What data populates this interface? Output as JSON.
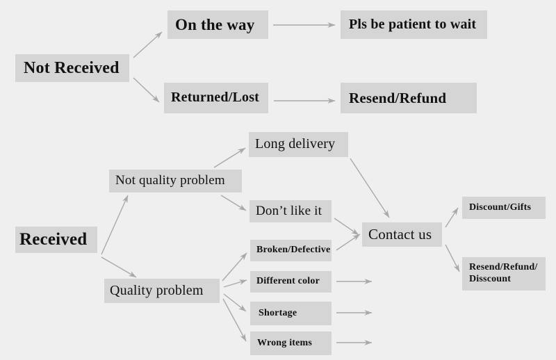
{
  "diagram": {
    "title": "Order issue resolution flowchart",
    "background_color": "#efefef",
    "node_color": "#d5d5d5",
    "arrow_color": "#a9a9a9",
    "text_color": "#111111"
  },
  "nodes": {
    "not_received": "Not Received",
    "on_the_way": "On the way",
    "pls_be_patient": "Pls be patient to wait",
    "returned_lost": "Returned/Lost",
    "resend_refund": "Resend/Refund",
    "received": "Received",
    "not_quality_problem": "Not quality problem",
    "quality_problem": "Quality problem",
    "long_delivery": "Long delivery",
    "dont_like_it": "Don’t like it",
    "broken_defective": "Broken/Defective",
    "different_color": "Different color",
    "shortage": "Shortage",
    "wrong_items": "Wrong items",
    "contact_us": "Contact us",
    "discount_gifts": "Discount/Gifts",
    "resend_refund_discount": "Resend/Refund/\nDisscount"
  },
  "edges": [
    {
      "from": "not_received",
      "to": "on_the_way"
    },
    {
      "from": "not_received",
      "to": "returned_lost"
    },
    {
      "from": "on_the_way",
      "to": "pls_be_patient"
    },
    {
      "from": "returned_lost",
      "to": "resend_refund"
    },
    {
      "from": "received",
      "to": "not_quality_problem"
    },
    {
      "from": "received",
      "to": "quality_problem"
    },
    {
      "from": "not_quality_problem",
      "to": "long_delivery"
    },
    {
      "from": "not_quality_problem",
      "to": "dont_like_it"
    },
    {
      "from": "long_delivery",
      "to": "contact_us"
    },
    {
      "from": "dont_like_it",
      "to": "contact_us"
    },
    {
      "from": "quality_problem",
      "to": "broken_defective"
    },
    {
      "from": "quality_problem",
      "to": "different_color"
    },
    {
      "from": "quality_problem",
      "to": "shortage"
    },
    {
      "from": "quality_problem",
      "to": "wrong_items"
    },
    {
      "from": "broken_defective",
      "to": "contact_us"
    },
    {
      "from": "different_color",
      "to": "contact_us"
    },
    {
      "from": "shortage",
      "to": "contact_us"
    },
    {
      "from": "wrong_items",
      "to": "contact_us"
    },
    {
      "from": "contact_us",
      "to": "discount_gifts"
    },
    {
      "from": "contact_us",
      "to": "resend_refund_discount"
    }
  ]
}
